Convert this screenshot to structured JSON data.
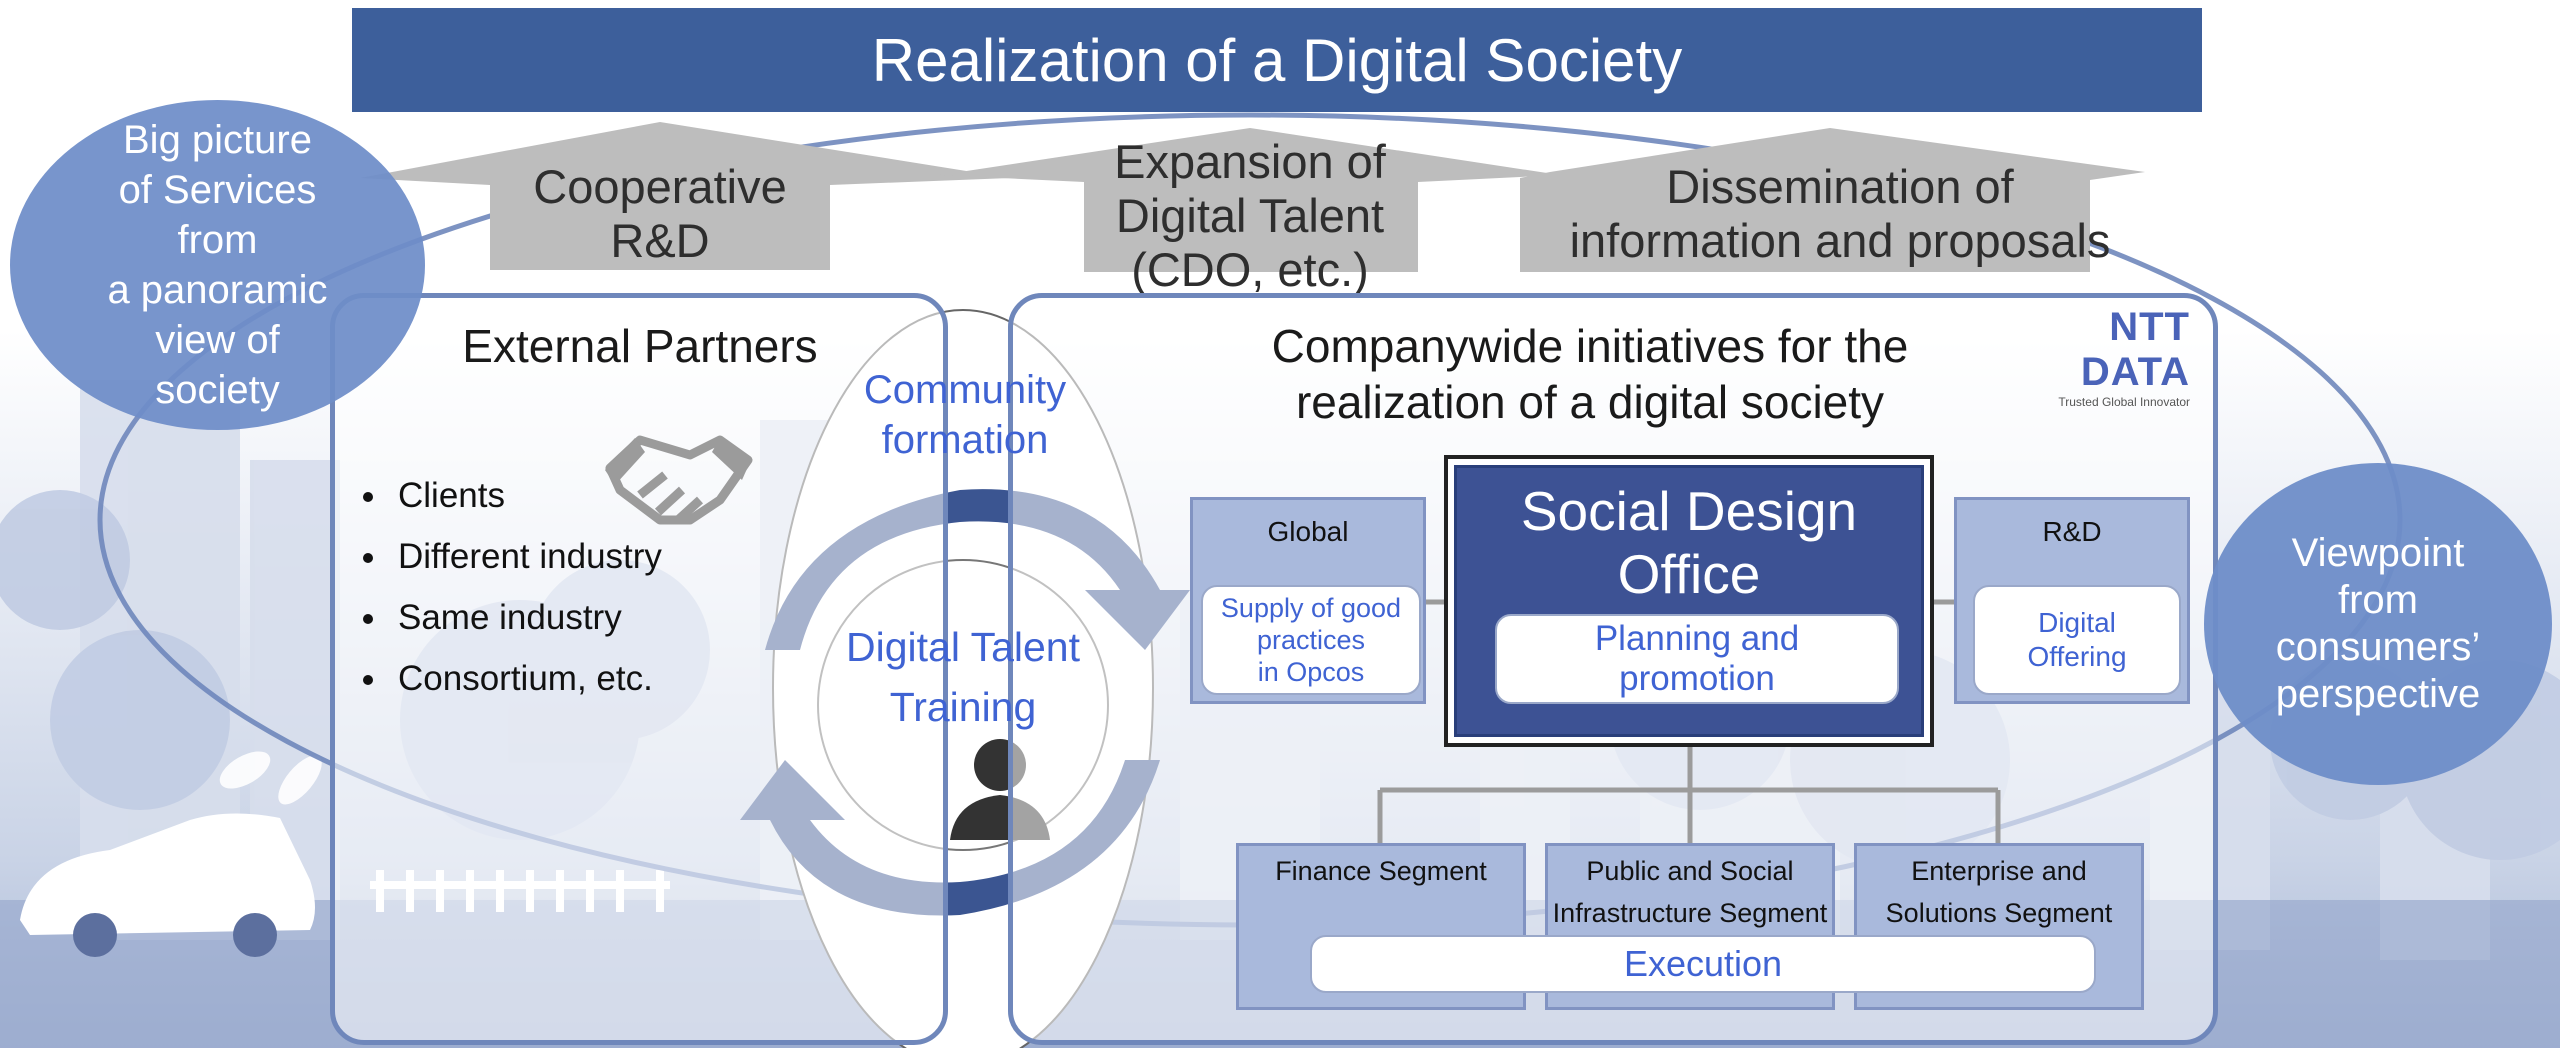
{
  "title": "Realization of a Digital Society",
  "top_arrows": [
    {
      "label": "Cooperative\nR&D"
    },
    {
      "label": "Expansion of\nDigital Talent\n(CDO, etc.)"
    },
    {
      "label": "Dissemination of\ninformation and proposals"
    }
  ],
  "left_circle": "Big picture\nof Services\nfrom\na panoramic\nview of\nsociety",
  "right_circle": "Viewpoint\nfrom\nconsumers’\nperspective",
  "external_partners": {
    "heading": "External Partners",
    "items": [
      "Clients",
      "Different industry",
      "Same industry",
      "Consortium, etc."
    ]
  },
  "community": {
    "formation": "Community\nformation",
    "training": "Digital Talent\nTraining"
  },
  "company": {
    "heading": "Companywide initiatives for the\nrealization of a digital society",
    "logo": "NTT DATA",
    "tagline": "Trusted Global Innovator",
    "global": {
      "title": "Global",
      "box": "Supply of good\npractices\nin Opcos"
    },
    "sdo": {
      "title": "Social Design\nOffice",
      "box": "Planning and\npromotion"
    },
    "rd": {
      "title": "R&D",
      "box": "Digital\nOffering"
    },
    "segments": [
      {
        "label": "Finance  Segment"
      },
      {
        "label": "Public and Social\nInfrastructure Segment"
      },
      {
        "label": "Enterprise and\nSolutions Segment"
      }
    ],
    "execution": "Execution"
  },
  "colors": {
    "banner": "#3d5f9b",
    "circle": "#6e8dc8",
    "accent_text": "#3f63d3",
    "sdo_box": "#3d5294",
    "arrow_gray": "#bdbdbd",
    "cycle_arrow": "#3b5591"
  },
  "icons": [
    "handshake-icon",
    "person-icon",
    "car-icon",
    "leaf-icon",
    "tree-icon",
    "city-skyline"
  ]
}
